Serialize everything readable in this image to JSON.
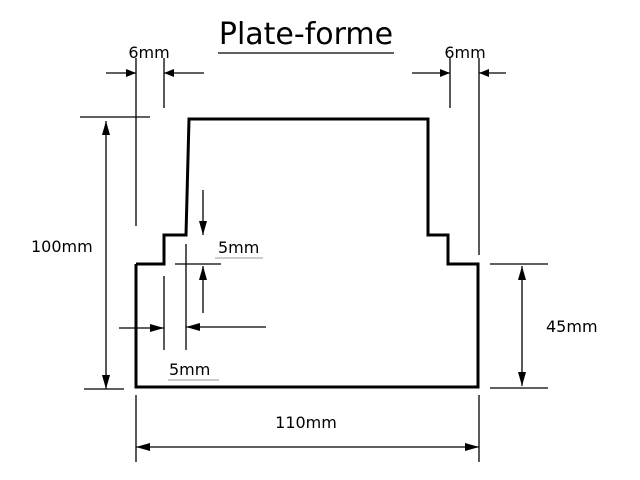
{
  "title": "Plate-forme",
  "dimensions": {
    "left_margin": "6mm",
    "right_margin": "6mm",
    "total_height": "100mm",
    "step_height_vertical": "5mm",
    "step_width_horizontal": "5mm",
    "side_height": "45mm",
    "total_width": "110mm"
  }
}
